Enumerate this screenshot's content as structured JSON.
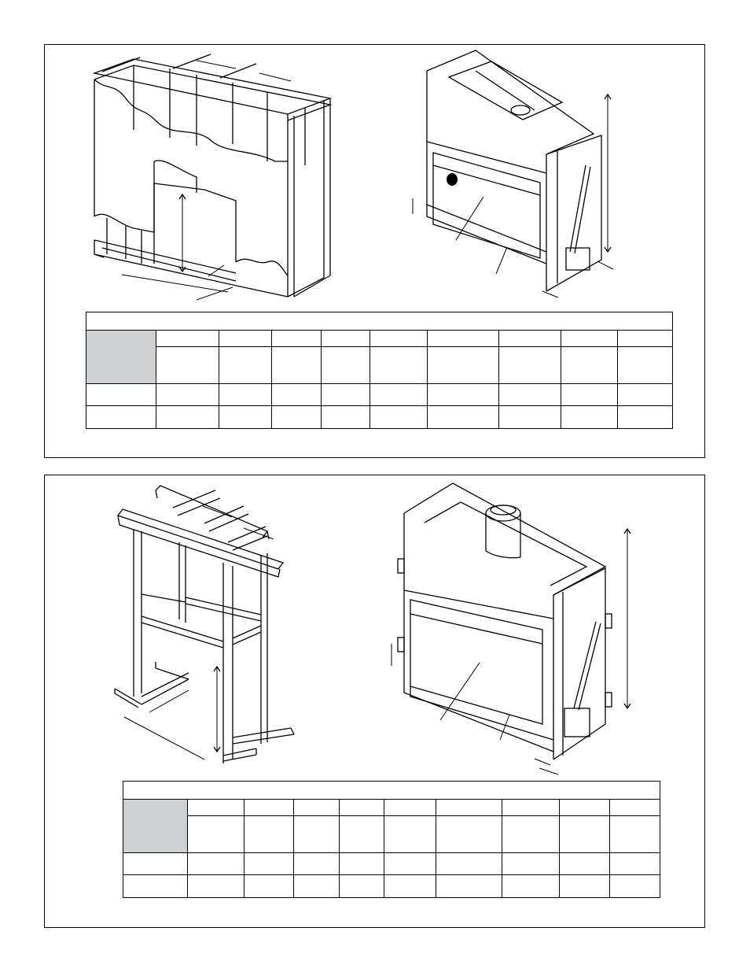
{
  "page": {
    "background": "#ffffff"
  },
  "colors": {
    "line": "#000000",
    "table_header_fill": "#cfd0d2",
    "firebox_opening": "#000000"
  },
  "panels": [
    {
      "id": "framing-panel-1",
      "framing_drawing": {
        "description_icon": "framed-enclosure-with-drywall"
      },
      "unit_drawing": {
        "description_icon": "fireplace-unit"
      },
      "table": {
        "title": "",
        "header_row_1": [
          "",
          "",
          "",
          "",
          "",
          "",
          "",
          "",
          ""
        ],
        "header_row_2": [
          "",
          "",
          "",
          "",
          "",
          "",
          "",
          "",
          ""
        ],
        "rows": [
          [
            "",
            "",
            "",
            "",
            "",
            "",
            "",
            "",
            "",
            ""
          ],
          [
            "",
            "",
            "",
            "",
            "",
            "",
            "",
            "",
            "",
            ""
          ]
        ]
      }
    },
    {
      "id": "framing-panel-2",
      "framing_drawing": {
        "description_icon": "open-framing-structure"
      },
      "unit_drawing": {
        "description_icon": "fireplace-unit-with-vent-collar"
      },
      "table": {
        "title": "",
        "header_row_1": [
          "",
          "",
          "",
          "",
          "",
          "",
          "",
          "",
          ""
        ],
        "header_row_2": [
          "",
          "",
          "",
          "",
          "",
          "",
          "",
          "",
          ""
        ],
        "rows": [
          [
            "",
            "",
            "",
            "",
            "",
            "",
            "",
            "",
            "",
            ""
          ],
          [
            "",
            "",
            "",
            "",
            "",
            "",
            "",
            "",
            "",
            ""
          ]
        ]
      }
    }
  ]
}
